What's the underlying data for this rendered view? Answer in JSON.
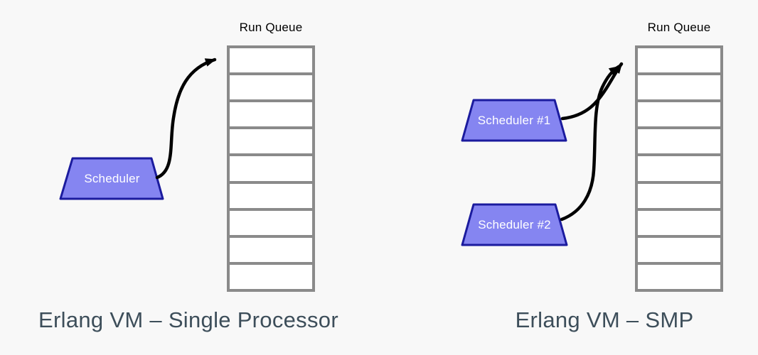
{
  "colors": {
    "background": "#f8f8f8",
    "queue_border": "#8a8a8a",
    "queue_cell_fill": "#ffffff",
    "scheduler_fill": "#8585f1",
    "scheduler_border": "#1b1b9e",
    "scheduler_text": "#ffffff",
    "queue_label_text": "#000000",
    "caption_text": "#3d4e5a",
    "arrow": "#000000"
  },
  "panels": {
    "left": {
      "queue_label": "Run Queue",
      "queue_cells": 9,
      "scheduler": "Scheduler",
      "caption": "Erlang VM – Single Processor"
    },
    "right": {
      "queue_label": "Run Queue",
      "queue_cells": 9,
      "scheduler1": "Scheduler #1",
      "scheduler2": "Scheduler #2",
      "caption": "Erlang VM – SMP"
    }
  }
}
